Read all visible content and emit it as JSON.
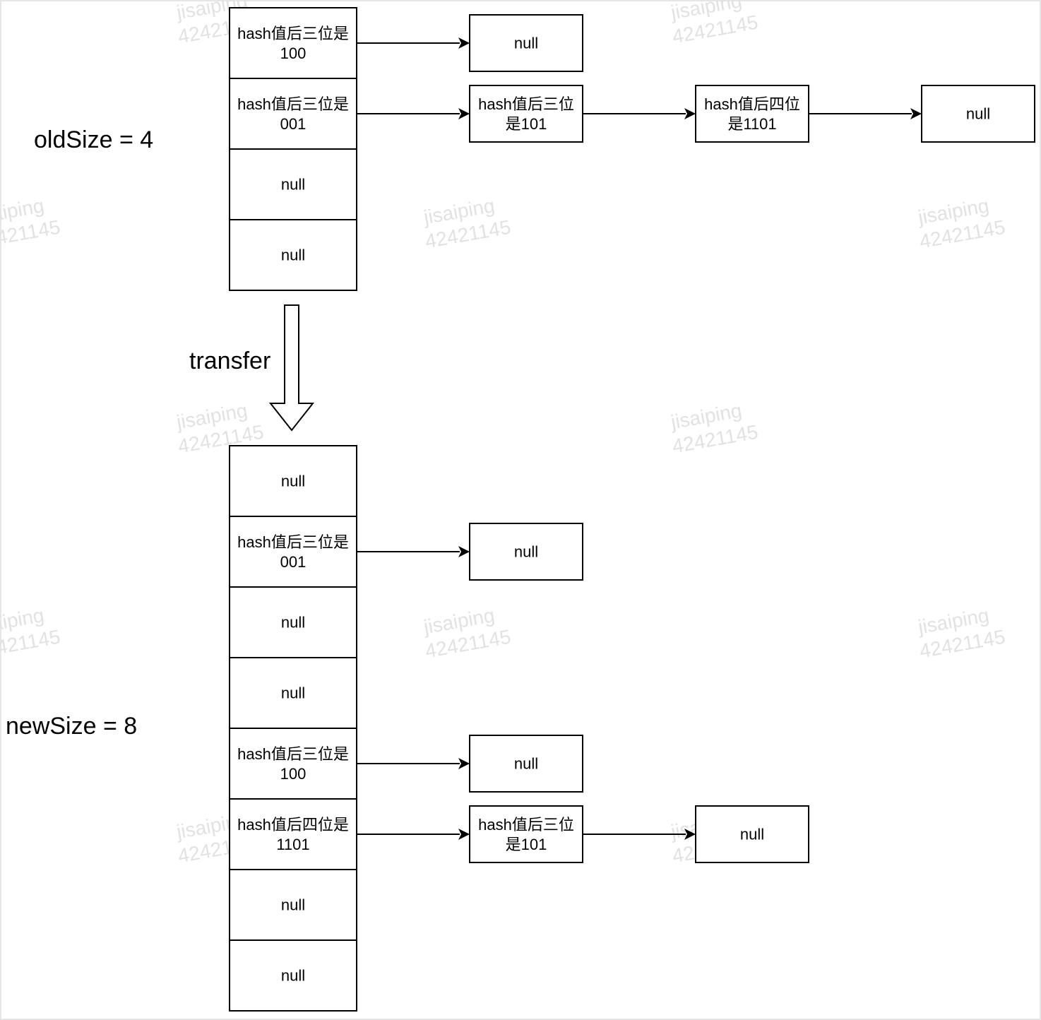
{
  "watermark": [
    "jisaiping",
    "42421145"
  ],
  "labels": {
    "old_size": "oldSize = 4",
    "new_size": "newSize = 8",
    "transfer": "transfer"
  },
  "old_table": [
    [
      "hash值后三位是",
      "100"
    ],
    [
      "hash值后三位是",
      "001"
    ],
    [
      "null"
    ],
    [
      "null"
    ]
  ],
  "old_chains": [
    [
      [
        "null"
      ]
    ],
    [
      [
        "hash值后三位",
        "是101"
      ],
      [
        "hash值后四位",
        "是1101"
      ],
      [
        "null"
      ]
    ],
    [],
    []
  ],
  "new_table": [
    [
      "null"
    ],
    [
      "hash值后三位是",
      "001"
    ],
    [
      "null"
    ],
    [
      "null"
    ],
    [
      "hash值后三位是",
      "100"
    ],
    [
      "hash值后四位是",
      "1101"
    ],
    [
      "null"
    ],
    [
      "null"
    ]
  ],
  "new_chains": [
    [],
    [
      [
        "null"
      ]
    ],
    [],
    [],
    [
      [
        "null"
      ]
    ],
    [
      [
        "hash值后三位",
        "是101"
      ],
      [
        "null"
      ]
    ],
    [],
    []
  ]
}
